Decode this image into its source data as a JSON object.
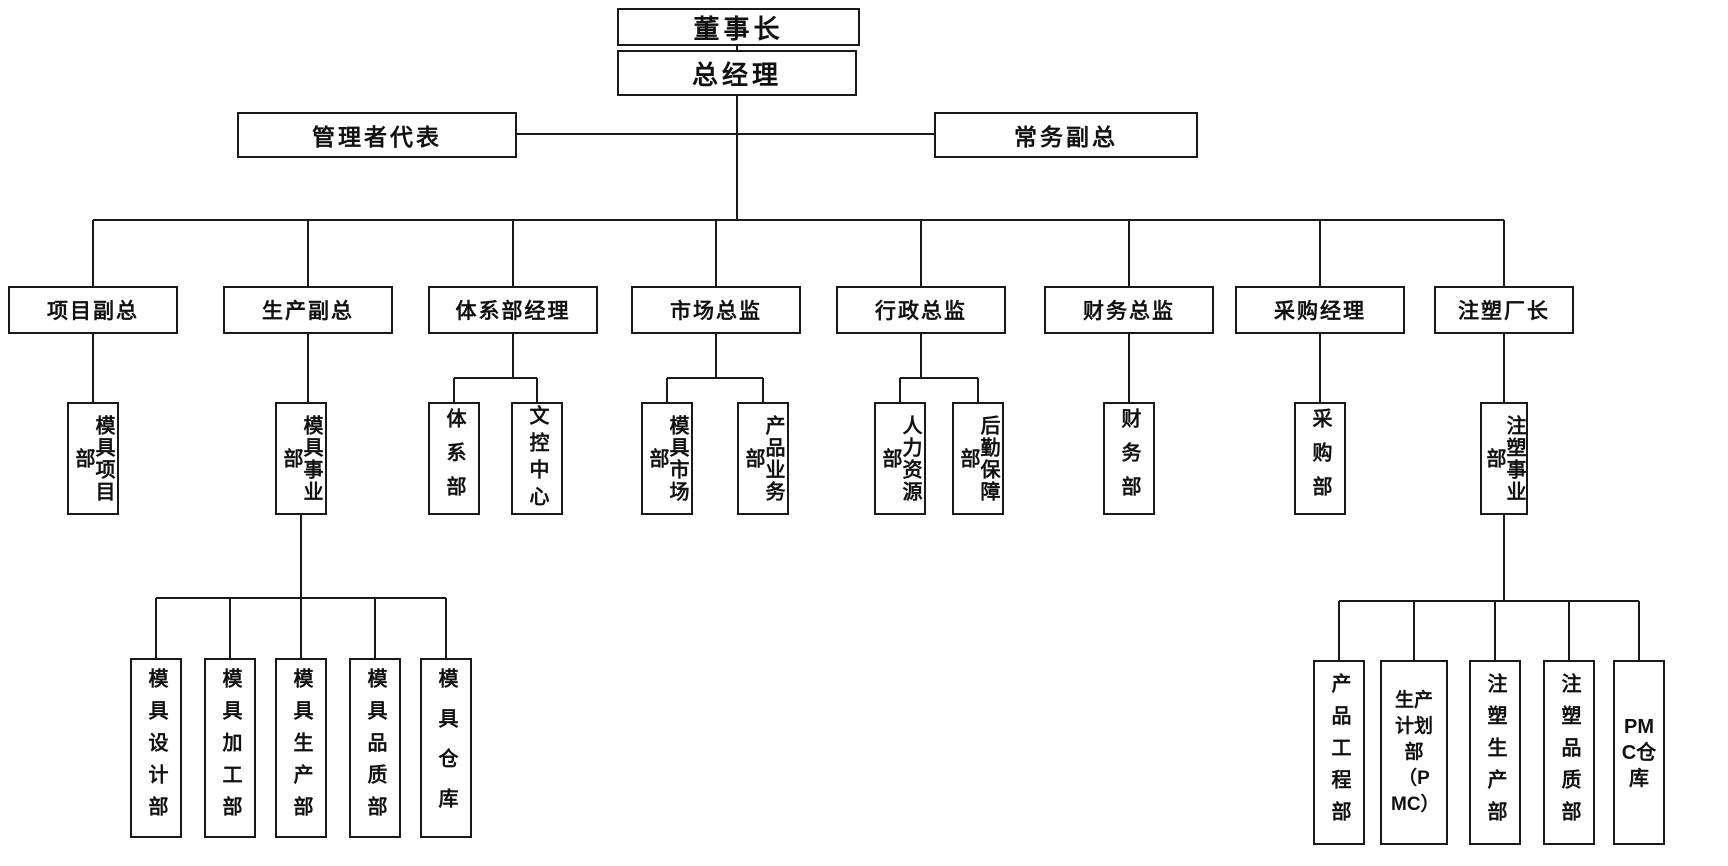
{
  "diagram": {
    "type": "organizational-chart",
    "colors": {
      "line": "#1a1a1a",
      "box_border": "#1a1a1a",
      "text": "#111111",
      "background": "#ffffff"
    },
    "nodes": {
      "chairman": "董事长",
      "general_manager": "总经理",
      "management_rep": "管理者代表",
      "executive_vp": "常务副总",
      "project_vp": "项目副总",
      "production_vp": "生产副总",
      "system_dept_manager": "体系部经理",
      "marketing_director": "市场总监",
      "admin_director": "行政总监",
      "finance_director": "财务总监",
      "purchasing_manager": "采购经理",
      "injection_plant_director": "注塑厂长",
      "mold_project_dept": "模具项目部",
      "mold_business_div": "模具事业部",
      "system_dept": "体系部",
      "doc_control_center": "文控中心",
      "mold_marketing_dept": "模具市场部",
      "product_business_dept": "产品业务部",
      "hr_dept": "人力资源部",
      "logistics_support_dept": "后勤保障部",
      "finance_dept": "财务部",
      "purchasing_dept": "采购部",
      "injection_business_div": "注塑事业部",
      "mold_design_dept": "模具设计部",
      "mold_machining_dept": "模具加工部",
      "mold_production_dept": "模具生产部",
      "mold_quality_dept": "模具品质部",
      "mold_warehouse": "模具仓库",
      "product_eng_dept": "产品工程部",
      "production_planning_dept": "生产计划部（PMC）",
      "injection_production_dept": "注塑生产部",
      "injection_quality_dept": "注塑品质部",
      "pmc_warehouse": "PMC仓库"
    },
    "hierarchy": {
      "chairman": [
        "general_manager"
      ],
      "general_manager": [
        "management_rep",
        "executive_vp",
        "project_vp",
        "production_vp",
        "system_dept_manager",
        "marketing_director",
        "admin_director",
        "finance_director",
        "purchasing_manager",
        "injection_plant_director"
      ],
      "project_vp": [
        "mold_project_dept"
      ],
      "production_vp": [
        "mold_business_div"
      ],
      "system_dept_manager": [
        "system_dept",
        "doc_control_center"
      ],
      "marketing_director": [
        "mold_marketing_dept",
        "product_business_dept"
      ],
      "admin_director": [
        "hr_dept",
        "logistics_support_dept"
      ],
      "finance_director": [
        "finance_dept"
      ],
      "purchasing_manager": [
        "purchasing_dept"
      ],
      "injection_plant_director": [
        "injection_business_div"
      ],
      "mold_business_div": [
        "mold_design_dept",
        "mold_machining_dept",
        "mold_production_dept",
        "mold_quality_dept",
        "mold_warehouse"
      ],
      "injection_business_div": [
        "product_eng_dept",
        "production_planning_dept",
        "injection_production_dept",
        "injection_quality_dept",
        "pmc_warehouse"
      ]
    }
  }
}
